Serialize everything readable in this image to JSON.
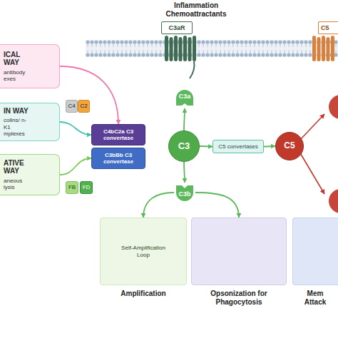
{
  "diagram": {
    "nodes": [
      {
        "text": [
          "ICAL WAY",
          "antibody exes"
        ]
      },
      {
        "text": [
          "C4"
        ]
      },
      {
        "text": [
          "C2"
        ]
      },
      {
        "text": [
          "IN WAY",
          "colins/ n-K1 mplexes"
        ]
      },
      {
        "text": [
          "C4bC2a C3 convertase"
        ]
      },
      {
        "text": [
          "C3bBb C3 convertase"
        ]
      },
      {
        "text": [
          "ATIVE WAY",
          "aneous lysis"
        ]
      },
      {
        "text": [
          "FB"
        ]
      },
      {
        "text": [
          "FD"
        ]
      },
      {
        "text": [
          "C3aR"
        ]
      },
      {
        "text": [
          "C5"
        ]
      },
      {
        "text": [
          "C3a"
        ]
      },
      {
        "text": [
          "C3"
        ]
      },
      {
        "text": [
          "C5 convertases"
        ]
      },
      {
        "text": [
          "C5"
        ]
      },
      {
        "text": [
          "C3b"
        ]
      },
      {
        "text": [
          "Self-Amplification Loop",
          "Amplification"
        ]
      },
      {
        "text": [
          "Opsonization for Phagocytosis"
        ]
      },
      {
        "text": [
          "Mem Attack"
        ]
      }
    ],
    "edges": [
      {
        "from": 0,
        "to": 4,
        "arrow": "to"
      },
      {
        "from": 3,
        "to": 4,
        "arrow": "to"
      },
      {
        "from": 6,
        "to": 5,
        "arrow": "to"
      },
      {
        "from": 12,
        "to": 11,
        "arrow": "to"
      },
      {
        "from": 12,
        "to": 13,
        "arrow": "to"
      },
      {
        "from": 13,
        "to": 14,
        "arrow": "to"
      },
      {
        "from": 12,
        "to": 15,
        "arrow": "to"
      },
      {
        "from": 15,
        "to": 16,
        "arrow": "to"
      },
      {
        "from": 15,
        "to": 17,
        "arrow": "to"
      }
    ],
    "labels": [
      "Inflammation Chemoattractants"
    ]
  }
}
